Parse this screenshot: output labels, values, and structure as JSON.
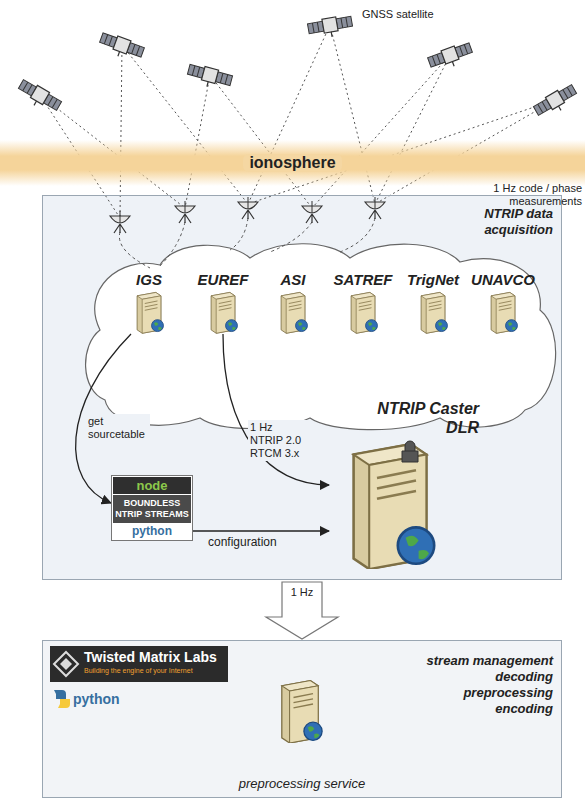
{
  "diagram": {
    "nodes": [
      {
        "text": [
          "ionosphere"
        ]
      },
      {
        "text": [
          "NTRIP data acquisition"
        ]
      },
      {
        "text": [
          "IGS"
        ],
        "in": 1
      },
      {
        "text": [
          "EUREF"
        ],
        "in": 1
      },
      {
        "text": [
          "ASI"
        ],
        "in": 1
      },
      {
        "text": [
          "SATREF"
        ],
        "in": 1
      },
      {
        "text": [
          "TrigNet"
        ],
        "in": 1
      },
      {
        "text": [
          "UNAVCO"
        ],
        "in": 1
      },
      {
        "text": [
          "node",
          "BOUNDLESS NTRIP STREAMS",
          "python"
        ],
        "in": 1
      },
      {
        "text": [
          "NTRIP Caster DLR"
        ],
        "in": 1
      },
      {
        "text": [
          "stream management decoding preprocessing encoding",
          "preprocessing service"
        ]
      }
    ],
    "edges": [
      {
        "from": 2,
        "to": 8,
        "label": "get sourcetable",
        "arrow": "to"
      },
      {
        "from": 3,
        "to": 9,
        "label": "1 Hz NTRIP 2.0 RTCM 3.x",
        "arrow": "to"
      },
      {
        "from": 8,
        "to": 9,
        "label": "configuration",
        "arrow": "to"
      },
      {
        "from": 1,
        "to": 10,
        "label": "1 Hz",
        "arrow": "to"
      }
    ],
    "labels": [
      "GNSS satellite",
      "1 Hz code / phase measurements",
      "Twisted Matrix Labs",
      "Building the engine of your Internet",
      "python"
    ]
  }
}
